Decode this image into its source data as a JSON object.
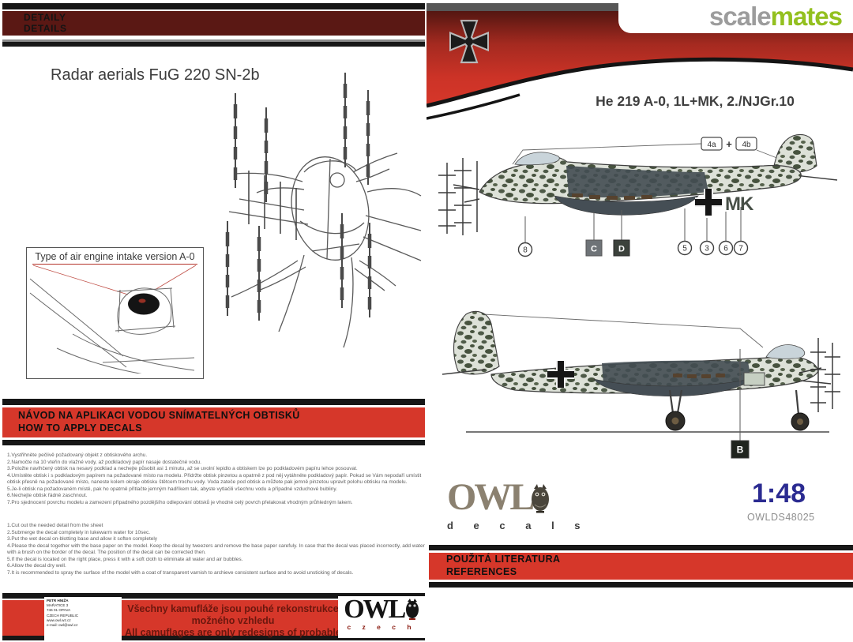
{
  "colors": {
    "accent_red": "#d6372a",
    "maroon": "#5a1814",
    "brand_green": "#93c01f",
    "brand_gray": "#9c9c9c",
    "scale_navy": "#2b2b91",
    "camo_olive": "#4e5a48"
  },
  "left": {
    "header": {
      "line1": "DETAILY",
      "line2": "DETAILS"
    },
    "radar_title": "Radar aerials FuG 220 SN-2b",
    "intake_title": "Type of air engine intake version A-0",
    "howto": {
      "title_cz": "NÁVOD NA APLIKACI VODOU SNÍMATELNÝCH OBTISKŮ",
      "title_en": "HOW TO APPLY DECALS",
      "steps_cz": [
        "1.Vystřihněte pečlivě požadovaný objekt z obtiskového archu.",
        "2.Namočte na 10 vteřin do vlažné vody, až podkladový papír nasaje dostatečné vodu.",
        "3.Položte navlhčený obtisk na nesavý podklad a nechejte působit asi 1 minutu, až se uvolní lepidlo a obtiskem lze po podkladovém papíru lehce posouvat.",
        "4.Umístěte obtisk i s podkladovým papírem na požadované místo na modelu. Přidržte obtisk pinzetou a opatrně z pod něj vytáhněte podkladový papír. Pokud se Vám nepodaří umístit obtisk přesně na požadované místo, naneste kolem okraje obtisku štětcem trochu vody. Voda zateče pod obtisk a můžete pak jemně pinzetou upravit polohu obtisku na modelu.",
        "5.Je-li obtisk na požadovaném místě, pak ho opatrně přitlačte jemným hadříkem tak, abyste vytlačili všechnu vodu a případné vzduchové bubliny.",
        "6.Nechejte obtisk řádně zaschnout.",
        "7.Pro sjednocení povrchu modelu a zamezení případného pozdějšího odlepování obtisků je vhodné celý povrch přelakovat vhodným průhledným lakem."
      ],
      "steps_en": [
        "1.Cut out the needed detail from the sheet",
        "2.Submerge the decal completely in lukewarm water for 10sec.",
        "3.Put the wet decal on-blotting base and allow it soften completely",
        "4.Please the decal together with the base paper on the model. Keep the decal by tweezers and remove the base paper carefuly. In case that the decal was placed incorrectly, add water with a brush on the border of the decal. The position of the decal can be corrected then.",
        "5.If the decal is located on the right place, press it with a soft cloth to eliminate all water and air bubbles.",
        "6.Allow the decal dry well.",
        "7.It is recommended to spray the surface of the model with a coat of transparent varnish to archieve consistent surface and to avoid unsticking of decals."
      ]
    },
    "footer": {
      "address": [
        "PETR HNIŽA",
        "MAŘATICE 3",
        "746 01 OPAVA",
        "CZECH REPUBLIC",
        "www.owl.wz.cz",
        "e-mail: owl@owl.cz"
      ],
      "note_cz": "Všechny kamufláže jsou pouhé rekonstrukce možného vzhledu",
      "note_en": "All camuflages are only redesigns of probable appearance",
      "owl": "OWL",
      "owl_sub": "c z e c h"
    }
  },
  "right": {
    "brand": {
      "scale": "scale",
      "mates": "mates"
    },
    "title": "He 219 A-0, 1L+MK, 2./NJGr.10",
    "profile_top": {
      "box_a": "4a",
      "plus": "+",
      "box_b": "4b",
      "fuselage_code": "MK",
      "callout_8": "8",
      "callout_c": "C",
      "callout_d": "D",
      "callout_5": "5",
      "callout_3": "3",
      "callout_6": "6",
      "callout_7": "7"
    },
    "profile_bottom": {
      "callout_b": "B"
    },
    "maker": {
      "name": "OWL",
      "sub": "d e c a l s",
      "scale": "1:48",
      "code": "OWLDS48025"
    },
    "references": {
      "title_cz": "POUŽITÁ LITERATURA",
      "title_en": "REFERENCES"
    }
  }
}
